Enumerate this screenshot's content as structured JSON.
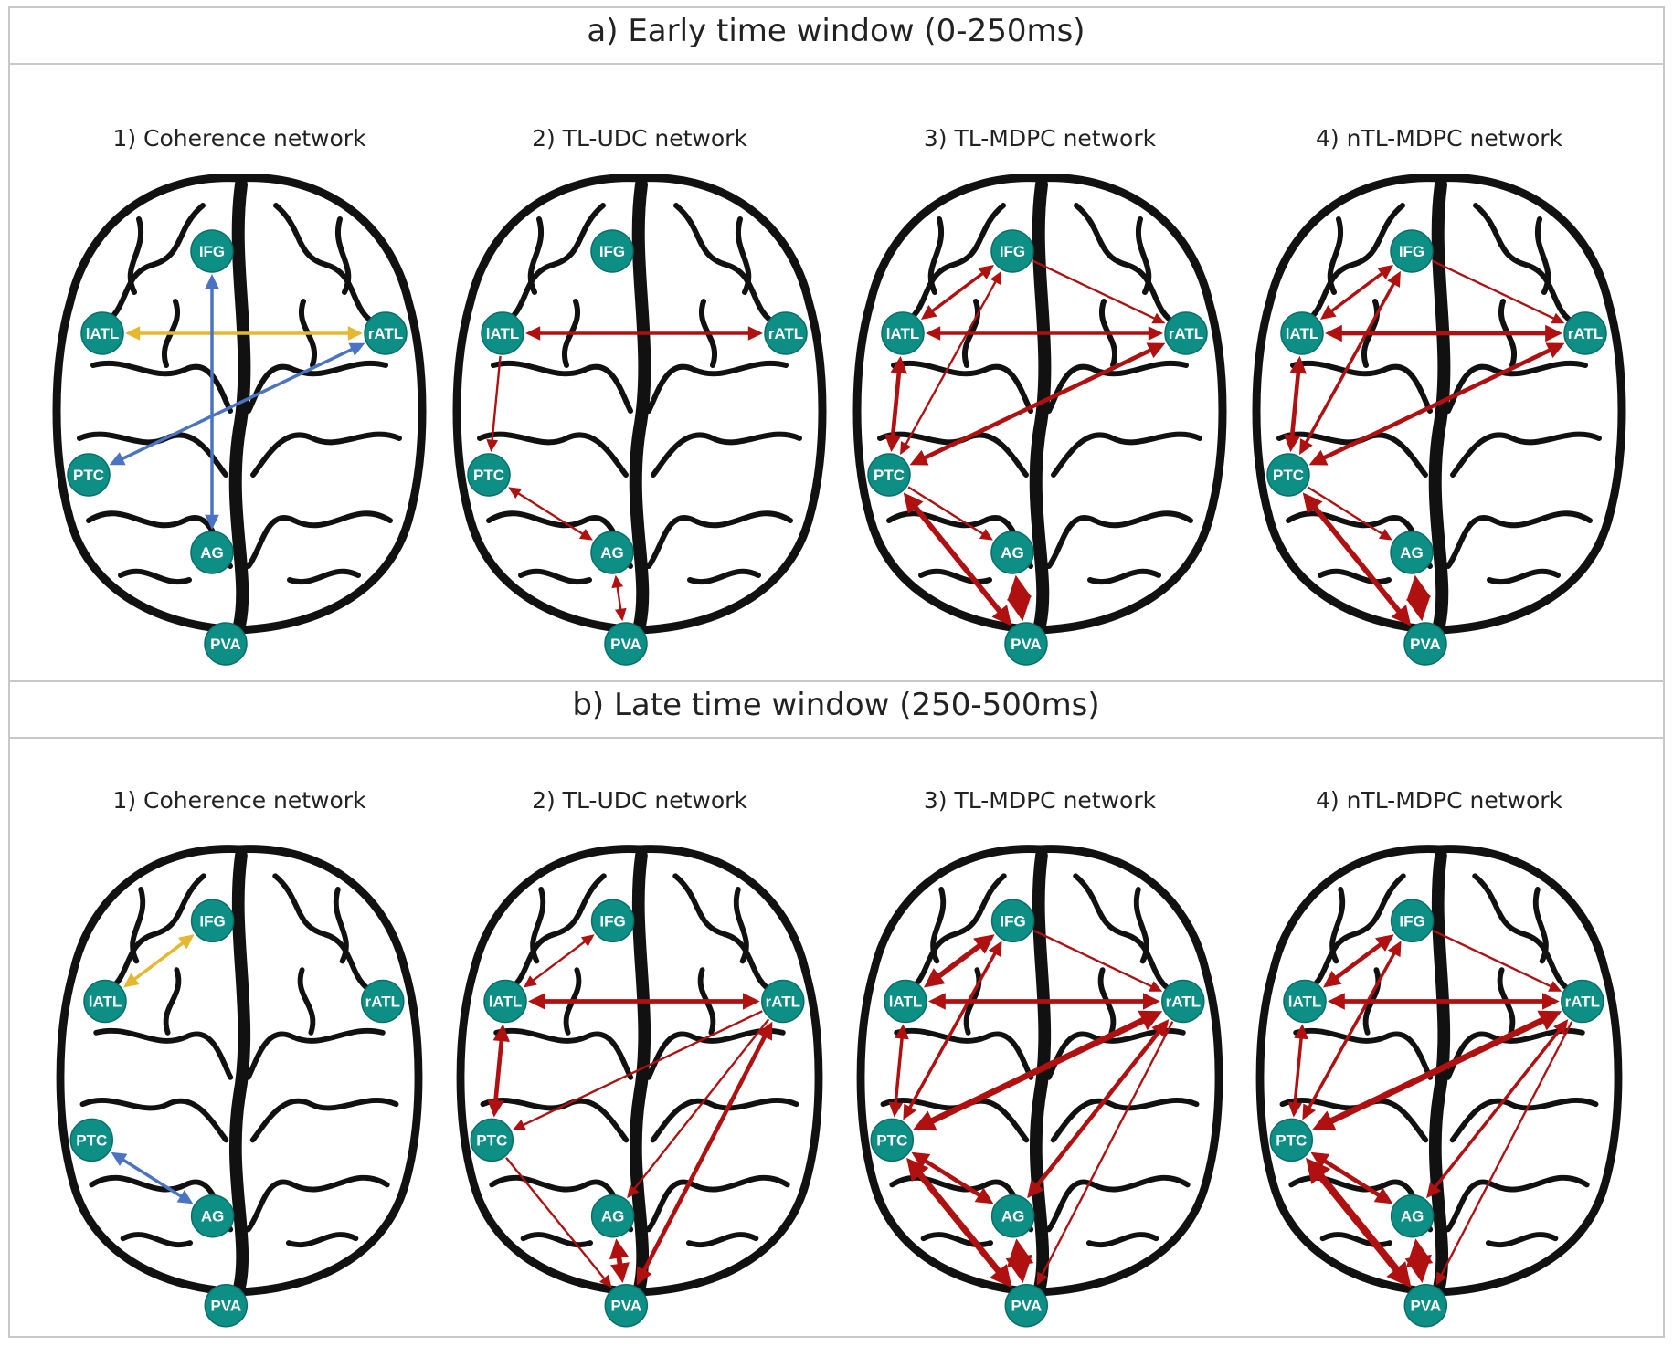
{
  "rows": [
    {
      "title": "a)   Early time window (0-250ms)",
      "panels": [
        {
          "title": "1) Coherence network",
          "nodes": [
            "IFG",
            "lATL",
            "rATL",
            "PTC",
            "AG",
            "PVA"
          ],
          "edges": [
            {
              "from": "lATL",
              "to": "rATL",
              "color": "yellow",
              "weight": 2,
              "dir": "both"
            },
            {
              "from": "IFG",
              "to": "AG",
              "color": "blue",
              "weight": 2,
              "dir": "both"
            },
            {
              "from": "PTC",
              "to": "rATL",
              "color": "blue",
              "weight": 2,
              "dir": "both"
            }
          ]
        },
        {
          "title": "2) TL-UDC network",
          "nodes": [
            "IFG",
            "lATL",
            "rATL",
            "PTC",
            "AG",
            "PVA"
          ],
          "edges": [
            {
              "from": "lATL",
              "to": "rATL",
              "color": "red",
              "weight": 2,
              "dir": "both"
            },
            {
              "from": "lATL",
              "to": "PTC",
              "color": "red",
              "weight": 1,
              "dir": "forward"
            },
            {
              "from": "PTC",
              "to": "AG",
              "color": "red",
              "weight": 1,
              "dir": "both"
            },
            {
              "from": "AG",
              "to": "PVA",
              "color": "red",
              "weight": 1,
              "dir": "both"
            }
          ]
        },
        {
          "title": "3) TL-MDPC network",
          "nodes": [
            "IFG",
            "lATL",
            "rATL",
            "PTC",
            "AG",
            "PVA"
          ],
          "edges": [
            {
              "from": "IFG",
              "to": "lATL",
              "color": "red",
              "weight": 2,
              "dir": "both"
            },
            {
              "from": "IFG",
              "to": "rATL",
              "color": "red",
              "weight": 1,
              "dir": "forward"
            },
            {
              "from": "lATL",
              "to": "rATL",
              "color": "red",
              "weight": 2,
              "dir": "both"
            },
            {
              "from": "IFG",
              "to": "PTC",
              "color": "red",
              "weight": 1,
              "dir": "both"
            },
            {
              "from": "lATL",
              "to": "PTC",
              "color": "red",
              "weight": 3,
              "dir": "both"
            },
            {
              "from": "rATL",
              "to": "PTC",
              "color": "red",
              "weight": 3,
              "dir": "both"
            },
            {
              "from": "PTC",
              "to": "AG",
              "color": "red",
              "weight": 1,
              "dir": "forward"
            },
            {
              "from": "PTC",
              "to": "PVA",
              "color": "red",
              "weight": 4,
              "dir": "both"
            },
            {
              "from": "AG",
              "to": "PVA",
              "color": "red",
              "weight": 6,
              "dir": "both"
            }
          ]
        },
        {
          "title": "4) nTL-MDPC network",
          "nodes": [
            "IFG",
            "lATL",
            "rATL",
            "PTC",
            "AG",
            "PVA"
          ],
          "edges": [
            {
              "from": "IFG",
              "to": "lATL",
              "color": "red",
              "weight": 2,
              "dir": "both"
            },
            {
              "from": "IFG",
              "to": "rATL",
              "color": "red",
              "weight": 1,
              "dir": "forward"
            },
            {
              "from": "lATL",
              "to": "rATL",
              "color": "red",
              "weight": 3,
              "dir": "both"
            },
            {
              "from": "IFG",
              "to": "PTC",
              "color": "red",
              "weight": 2,
              "dir": "both"
            },
            {
              "from": "lATL",
              "to": "PTC",
              "color": "red",
              "weight": 3,
              "dir": "both"
            },
            {
              "from": "rATL",
              "to": "PTC",
              "color": "red",
              "weight": 3,
              "dir": "both"
            },
            {
              "from": "PTC",
              "to": "AG",
              "color": "red",
              "weight": 1,
              "dir": "forward"
            },
            {
              "from": "PTC",
              "to": "PVA",
              "color": "red",
              "weight": 4,
              "dir": "both"
            },
            {
              "from": "AG",
              "to": "PVA",
              "color": "red",
              "weight": 6,
              "dir": "both"
            }
          ]
        }
      ]
    },
    {
      "title": "b)   Late time window (250-500ms)",
      "panels": [
        {
          "title": "1) Coherence network",
          "nodes": [
            "IFG",
            "lATL",
            "rATL",
            "PTC",
            "AG",
            "PVA"
          ],
          "edges": [
            {
              "from": "IFG",
              "to": "lATL",
              "color": "yellow",
              "weight": 2,
              "dir": "both"
            },
            {
              "from": "PTC",
              "to": "AG",
              "color": "blue",
              "weight": 2,
              "dir": "both"
            }
          ]
        },
        {
          "title": "2) TL-UDC network",
          "nodes": [
            "IFG",
            "lATL",
            "rATL",
            "PTC",
            "AG",
            "PVA"
          ],
          "edges": [
            {
              "from": "IFG",
              "to": "lATL",
              "color": "red",
              "weight": 1,
              "dir": "both"
            },
            {
              "from": "lATL",
              "to": "rATL",
              "color": "red",
              "weight": 3,
              "dir": "both"
            },
            {
              "from": "lATL",
              "to": "PTC",
              "color": "red",
              "weight": 3,
              "dir": "both"
            },
            {
              "from": "rATL",
              "to": "PTC",
              "color": "red",
              "weight": 1,
              "dir": "forward"
            },
            {
              "from": "rATL",
              "to": "AG",
              "color": "red",
              "weight": 1,
              "dir": "forward"
            },
            {
              "from": "rATL",
              "to": "PVA",
              "color": "red",
              "weight": 3,
              "dir": "both"
            },
            {
              "from": "PTC",
              "to": "PVA",
              "color": "red",
              "weight": 1,
              "dir": "forward"
            },
            {
              "from": "AG",
              "to": "PVA",
              "color": "red",
              "weight": 4,
              "dir": "both"
            }
          ]
        },
        {
          "title": "3) TL-MDPC network",
          "nodes": [
            "IFG",
            "lATL",
            "rATL",
            "PTC",
            "AG",
            "PVA"
          ],
          "edges": [
            {
              "from": "IFG",
              "to": "lATL",
              "color": "red",
              "weight": 4,
              "dir": "both"
            },
            {
              "from": "IFG",
              "to": "rATL",
              "color": "red",
              "weight": 1,
              "dir": "forward"
            },
            {
              "from": "lATL",
              "to": "rATL",
              "color": "red",
              "weight": 3,
              "dir": "both"
            },
            {
              "from": "IFG",
              "to": "PTC",
              "color": "red",
              "weight": 2,
              "dir": "both"
            },
            {
              "from": "lATL",
              "to": "PTC",
              "color": "red",
              "weight": 2,
              "dir": "both"
            },
            {
              "from": "rATL",
              "to": "PTC",
              "color": "red",
              "weight": 5,
              "dir": "both"
            },
            {
              "from": "rATL",
              "to": "AG",
              "color": "red",
              "weight": 3,
              "dir": "both"
            },
            {
              "from": "rATL",
              "to": "PVA",
              "color": "red",
              "weight": 1,
              "dir": "forward"
            },
            {
              "from": "PTC",
              "to": "AG",
              "color": "red",
              "weight": 3,
              "dir": "both"
            },
            {
              "from": "PTC",
              "to": "PVA",
              "color": "red",
              "weight": 5,
              "dir": "both"
            },
            {
              "from": "AG",
              "to": "PVA",
              "color": "red",
              "weight": 7,
              "dir": "both"
            }
          ]
        },
        {
          "title": "4) nTL-MDPC network",
          "nodes": [
            "IFG",
            "lATL",
            "rATL",
            "PTC",
            "AG",
            "PVA"
          ],
          "edges": [
            {
              "from": "IFG",
              "to": "lATL",
              "color": "red",
              "weight": 3,
              "dir": "both"
            },
            {
              "from": "IFG",
              "to": "rATL",
              "color": "red",
              "weight": 1,
              "dir": "forward"
            },
            {
              "from": "lATL",
              "to": "rATL",
              "color": "red",
              "weight": 3,
              "dir": "both"
            },
            {
              "from": "IFG",
              "to": "PTC",
              "color": "red",
              "weight": 2,
              "dir": "both"
            },
            {
              "from": "lATL",
              "to": "PTC",
              "color": "red",
              "weight": 2,
              "dir": "both"
            },
            {
              "from": "rATL",
              "to": "PTC",
              "color": "red",
              "weight": 5,
              "dir": "both"
            },
            {
              "from": "rATL",
              "to": "AG",
              "color": "red",
              "weight": 2,
              "dir": "both"
            },
            {
              "from": "rATL",
              "to": "PVA",
              "color": "red",
              "weight": 1,
              "dir": "forward"
            },
            {
              "from": "PTC",
              "to": "AG",
              "color": "red",
              "weight": 3,
              "dir": "both"
            },
            {
              "from": "PTC",
              "to": "PVA",
              "color": "red",
              "weight": 6,
              "dir": "both"
            },
            {
              "from": "AG",
              "to": "PVA",
              "color": "red",
              "weight": 7,
              "dir": "both"
            }
          ]
        }
      ]
    }
  ],
  "colors": {
    "node": "#0e8f86",
    "node_text": "#ffffff",
    "red": "#b01010",
    "blue": "#4a73c4",
    "yellow": "#e6b830",
    "outline": "#111111",
    "frame": "#c8c8c8"
  }
}
